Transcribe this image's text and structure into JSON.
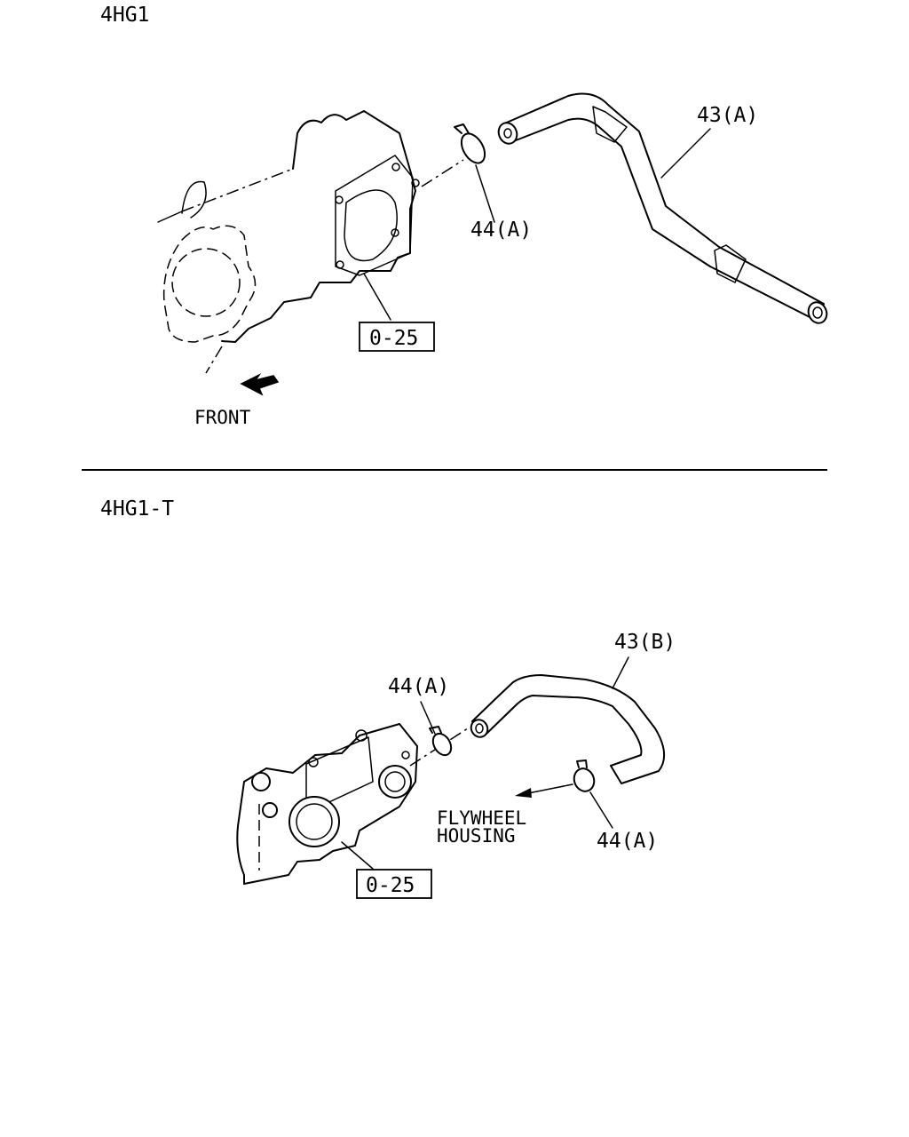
{
  "sections": {
    "top": {
      "model": "4HG1",
      "callouts": {
        "hose": "43(A)",
        "clamp": "44(A)",
        "ref": "0-25"
      },
      "direction": "FRONT"
    },
    "bottom": {
      "model": "4HG1-T",
      "callouts": {
        "hose": "43(B)",
        "clamp_upper": "44(A)",
        "clamp_lower": "44(A)",
        "ref": "0-25"
      },
      "destination_line1": "FLYWHEEL",
      "destination_line2": "HOUSING"
    }
  }
}
